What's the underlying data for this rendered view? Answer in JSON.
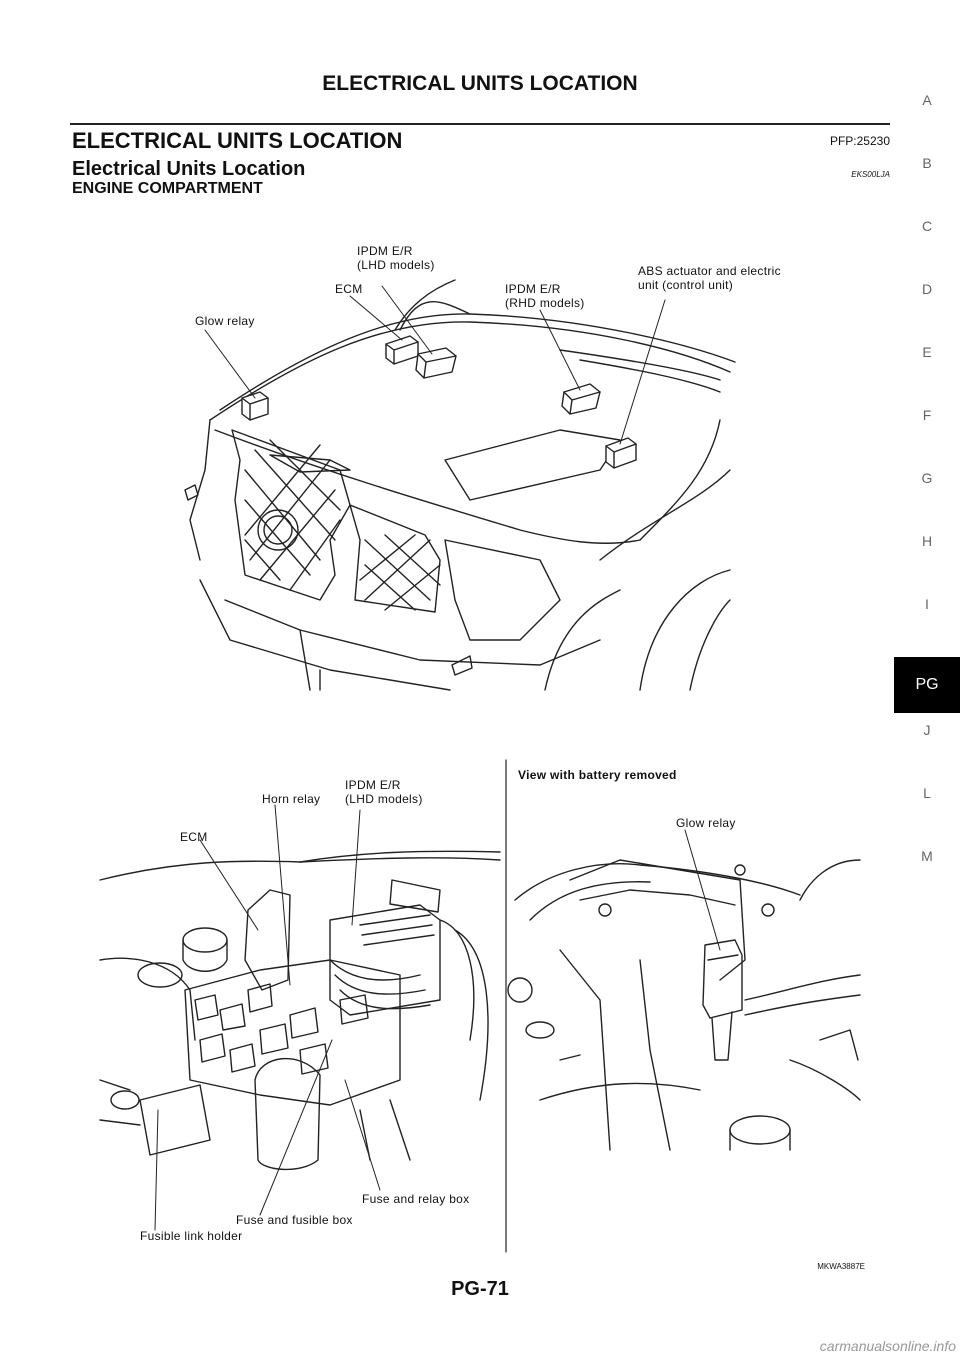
{
  "header": {
    "title": "ELECTRICAL UNITS LOCATION"
  },
  "section": {
    "title": "ELECTRICAL UNITS LOCATION",
    "pfp": "PFP:25230"
  },
  "subsection": {
    "title": "Electrical Units Location",
    "code": "EKS00LJA"
  },
  "compartment": {
    "title": "ENGINE COMPARTMENT"
  },
  "side_tabs": [
    "A",
    "B",
    "C",
    "D",
    "E",
    "F",
    "G",
    "H",
    "I",
    "J",
    "PG",
    "L",
    "M"
  ],
  "active_tab": "PG",
  "top_labels": {
    "glow_relay": "Glow relay",
    "ecm": "ECM",
    "ipdm_lhd": "IPDM E/R\n(LHD models)",
    "ipdm_rhd": "IPDM E/R\n(RHD models)",
    "abs": "ABS actuator and electric\nunit (control unit)"
  },
  "bottom_left_labels": {
    "ecm": "ECM",
    "horn_relay": "Horn relay",
    "ipdm_lhd": "IPDM E/R\n(LHD models)",
    "fuse_relay_box": "Fuse and relay box",
    "fuse_fusible_box": "Fuse and fusible box",
    "fusible_link_holder": "Fusible link holder"
  },
  "bottom_right_labels": {
    "view_title": "View with battery removed",
    "glow_relay": "Glow relay"
  },
  "figure_code": "MKWA3887E",
  "footer": {
    "page": "PG-71"
  },
  "watermark": "carmanualsonline.info"
}
